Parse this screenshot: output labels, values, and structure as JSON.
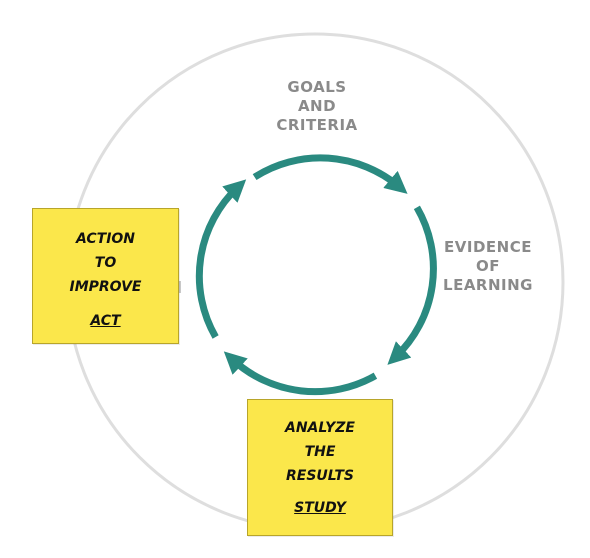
{
  "diagram": {
    "stages": {
      "goals": {
        "lines": [
          "GOALS",
          "AND",
          "CRITERIA"
        ]
      },
      "evidence": {
        "lines": [
          "EVIDENCE",
          "OF",
          "LEARNING"
        ]
      }
    },
    "notes": {
      "act": {
        "lines": [
          "ACTION",
          "TO",
          "IMPROVE"
        ],
        "key": "ACT"
      },
      "study": {
        "lines": [
          "ANALYZE",
          "THE",
          "RESULTS"
        ],
        "key": "STUDY"
      }
    },
    "colors": {
      "arrow": "#2a8a80",
      "ring": "#dedede",
      "note": "#fbe74b",
      "stage_text": "#8a8a8a"
    }
  }
}
